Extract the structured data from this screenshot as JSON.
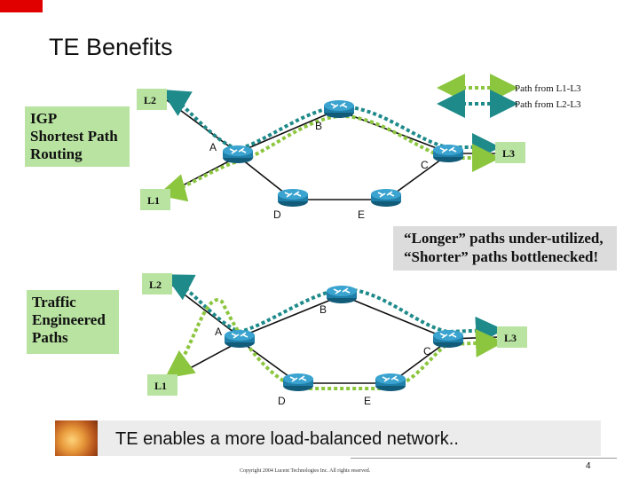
{
  "title": "TE Benefits",
  "colors": {
    "accent_red": "#e00000",
    "label_box_green": "#b8e3a0",
    "path_green": "#8cc63f",
    "path_teal": "#1f8a8a",
    "router_blue": "#1f7fa8"
  },
  "legend": {
    "l1_l3": "Path from L1-L3",
    "l2_l3": "Path from L2-L3"
  },
  "top_diagram": {
    "label": [
      "IGP",
      "Shortest Path",
      "Routing"
    ],
    "routers": {
      "a": "A",
      "b": "B",
      "c": "C",
      "d": "D",
      "e": "E"
    },
    "links": {
      "l1": "L1",
      "l2": "L2",
      "l3": "L3"
    }
  },
  "bottom_diagram": {
    "label": [
      "Traffic",
      "Engineered",
      "Paths"
    ],
    "routers": {
      "a": "A",
      "b": "B",
      "c": "C",
      "d": "D",
      "e": "E"
    },
    "links": {
      "l1": "L1",
      "l2": "L2",
      "l3": "L3"
    }
  },
  "note": {
    "line1": "“Longer” paths under-utilized,",
    "line2": "“Shorter” paths bottlenecked!"
  },
  "footer": {
    "text": "TE enables a more load-balanced network..",
    "copyright": "Copyright 2004 Lucent Technologies Inc. All rights reserved.",
    "page": "4"
  }
}
